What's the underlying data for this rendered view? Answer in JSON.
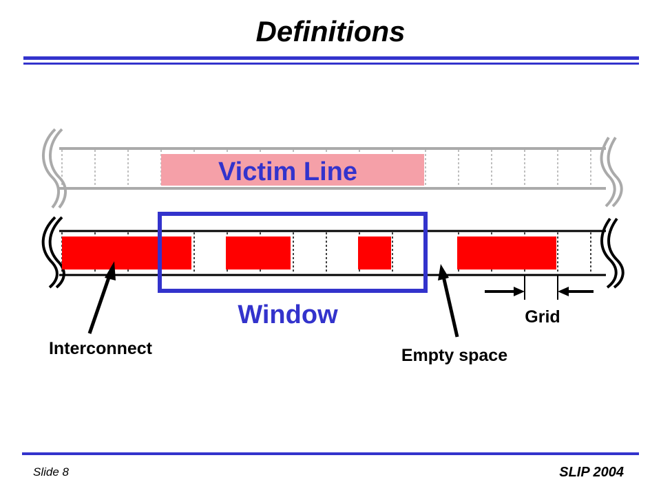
{
  "title": "Definitions",
  "footer": {
    "slide": "Slide 8",
    "conference": "SLIP 2004"
  },
  "diagram": {
    "victim_line_label": "Victim Line",
    "window_label": "Window",
    "grid_label": "Grid",
    "interconnect_label": "Interconnect",
    "empty_space_label": "Empty space",
    "colors": {
      "accent": "#3333cc",
      "interconnect": "#ff0000",
      "victim_line": "#f5a0a8",
      "victim_text": "#3333cc",
      "track_gray": "#aaaaaa"
    }
  }
}
